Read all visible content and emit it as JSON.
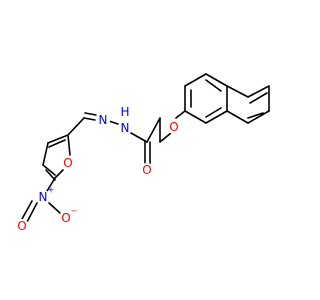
{
  "molecule": {
    "atoms": {
      "n_hydrazone": {
        "symbol": "N",
        "color": "#0000ff"
      },
      "nh": {
        "symbol": "N",
        "hydrogen": "H",
        "color": "#0000ff"
      },
      "o_carbonyl": {
        "symbol": "O",
        "color": "#ff0000"
      },
      "o_ether": {
        "symbol": "O",
        "color": "#ff0000"
      },
      "o_furan": {
        "symbol": "O",
        "color": "#ff0000"
      },
      "n_nitro": {
        "symbol": "N",
        "charge": "+",
        "color": "#0000ff"
      },
      "o_nitro_top": {
        "symbol": "O",
        "color": "#ff0000"
      },
      "o_nitro_minus": {
        "symbol": "O",
        "charge": "−",
        "color": "#ff0000"
      }
    }
  }
}
